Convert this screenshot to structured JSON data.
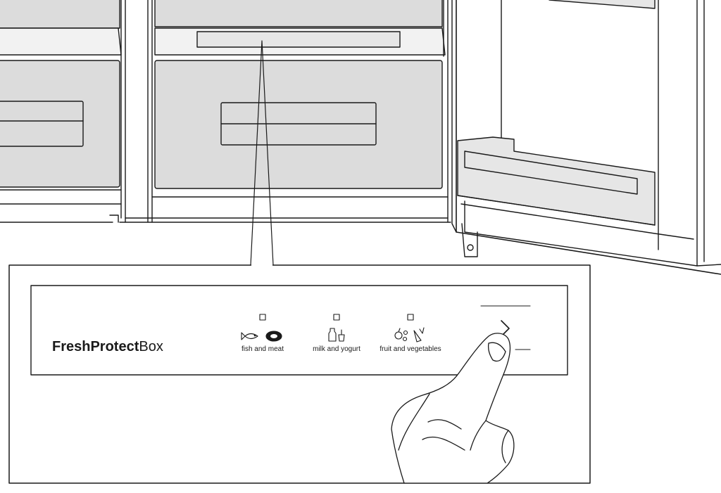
{
  "panel": {
    "brand_bold": "FreshProtect",
    "brand_normal": "Box",
    "modes": [
      {
        "label": "fish and meat",
        "icon": "fish-and-meat-icon"
      },
      {
        "label": "milk and yogurt",
        "icon": "milk-and-yogurt-icon"
      },
      {
        "label": "fruit and vegetables",
        "icon": "fruit-and-vegetables-icon"
      }
    ],
    "selector_icon": "chevron-right-icon"
  },
  "colors": {
    "line": "#1a1a1a",
    "drawer_fill": "#dcdcdc",
    "cabinet_fill": "#f2f2f2",
    "background": "#ffffff"
  }
}
